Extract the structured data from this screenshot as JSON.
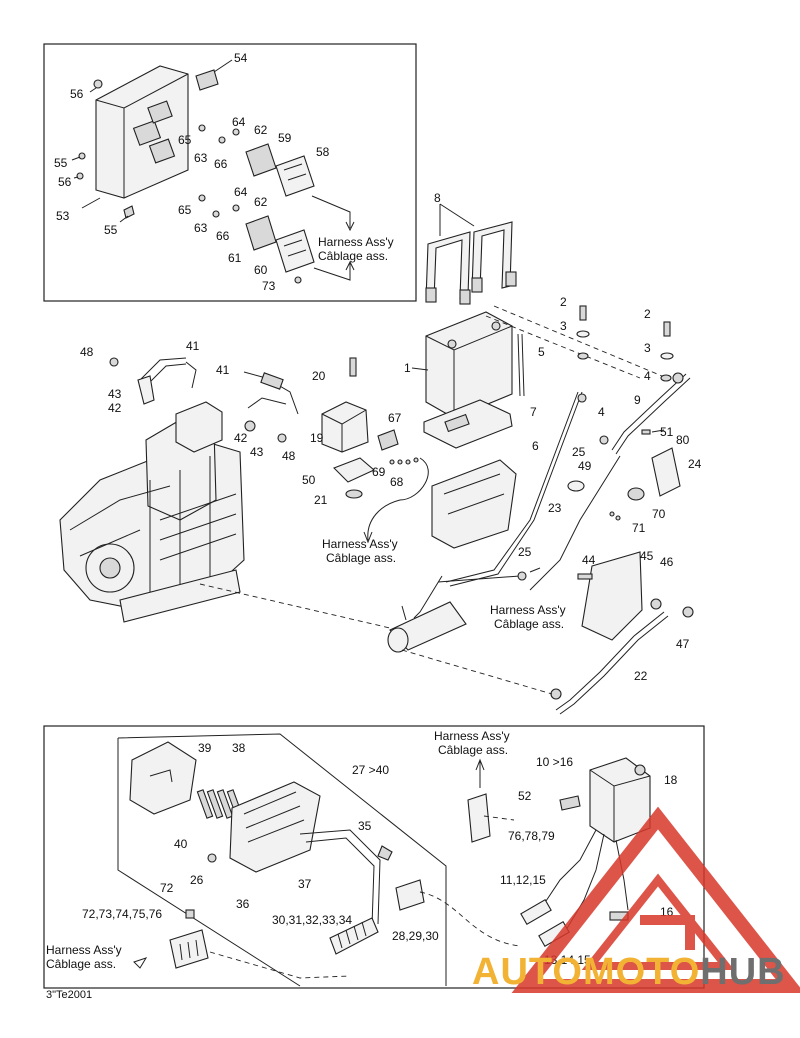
{
  "callouts": {
    "n1": "1",
    "n2a": "2",
    "n2b": "2",
    "n3a": "3",
    "n3b": "3",
    "n4a": "4",
    "n4b": "4",
    "n5": "5",
    "n6": "6",
    "n7": "7",
    "n8": "8",
    "n9": "9",
    "n1016": "10 >16",
    "n111215": "11,12,15",
    "n131415": "13,14,15",
    "n16": "16",
    "n18": "18",
    "n19": "19",
    "n20": "20",
    "n21": "21",
    "n22": "22",
    "n23": "23",
    "n24": "24",
    "n25a": "25",
    "n25b": "25",
    "n26": "26",
    "n2740": "27 >40",
    "n282930": "28,29,30",
    "n30to34": "30,31,32,33,34",
    "n35": "35",
    "n36": "36",
    "n37": "37",
    "n38": "38",
    "n39": "39",
    "n40": "40",
    "n41a": "41",
    "n41b": "41",
    "n42a": "42",
    "n42b": "42",
    "n43a": "43",
    "n43b": "43",
    "n44": "44",
    "n45": "45",
    "n46": "46",
    "n47": "47",
    "n48a": "48",
    "n48b": "48",
    "n49": "49",
    "n50": "50",
    "n51": "51",
    "n52": "52",
    "n53": "53",
    "n54": "54",
    "n55a": "55",
    "n55b": "55",
    "n56a": "56",
    "n56b": "56",
    "n58": "58",
    "n59": "59",
    "n60": "60",
    "n61": "61",
    "n62a": "62",
    "n62b": "62",
    "n63a": "63",
    "n63b": "63",
    "n64a": "64",
    "n64b": "64",
    "n65a": "65",
    "n65b": "65",
    "n66a": "66",
    "n66b": "66",
    "n67": "67",
    "n68": "68",
    "n69": "69",
    "n70": "70",
    "n71": "71",
    "n72": "72",
    "n72to76": "72,73,74,75,76",
    "n73": "73",
    "n767879": "76,78,79",
    "n80": "80"
  },
  "harness_labels": {
    "en": "Harness Ass'y",
    "fr": "Câblage ass."
  },
  "figure_code": "3\"Te2001",
  "watermark": {
    "text_a": "AUTO",
    "text_b": "MOTO",
    "text_c": "HUB",
    "color_red": "#d8372a",
    "color_yellow": "#f2b233",
    "color_gray": "#6f6f6f"
  }
}
